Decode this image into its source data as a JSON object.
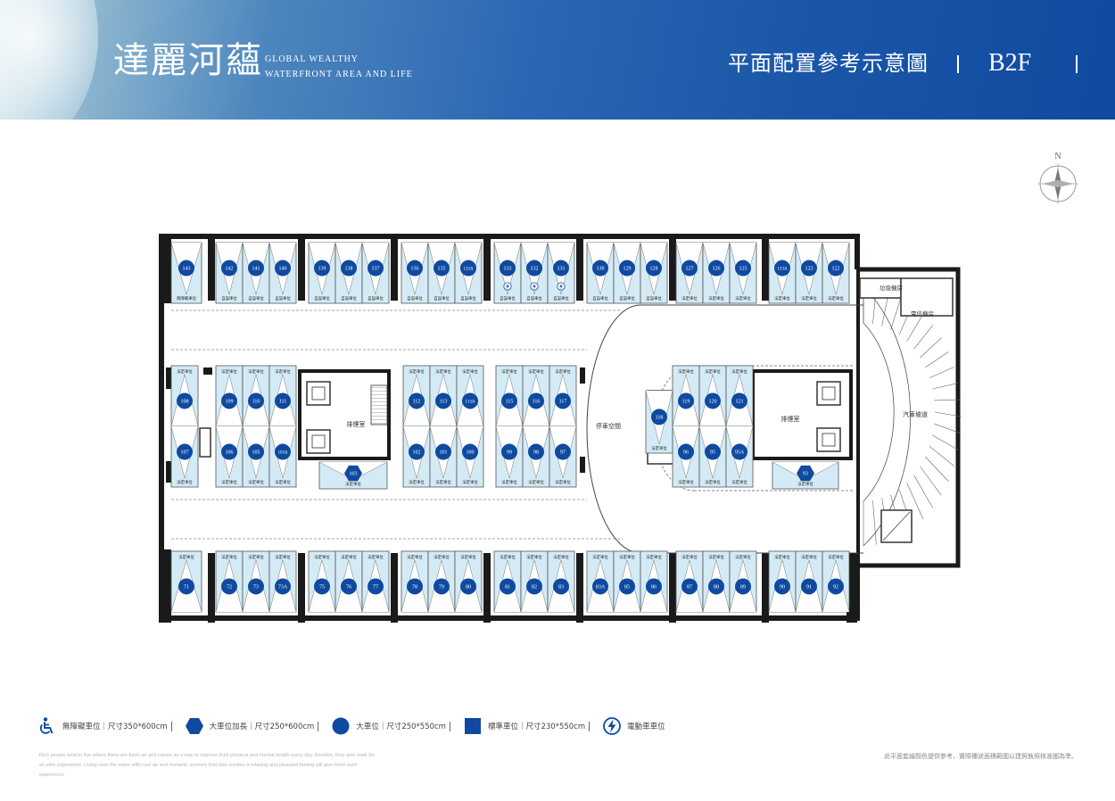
{
  "header": {
    "brand_cn": "達麗河蘊",
    "brand_en_line1": "GLOBAL WEALTHY",
    "brand_en_line2": "WATERFRONT AREA AND LIFE",
    "plan_title": "平面配置參考示意圖",
    "floor": "B2F"
  },
  "compass": {
    "north_label": "N"
  },
  "colors": {
    "brand_blue": "#1a56a8",
    "stall_fill": "#d4ebf6",
    "marker_blue": "#0f4aa0",
    "wall": "#1a1a1a"
  },
  "plan": {
    "rooms": {
      "trash_room": "垃圾機房",
      "telecom_room": "電信機房",
      "exhaust_room_left": "排煙室",
      "exhaust_room_right": "排煙室",
      "parking_space": "停車空間",
      "ramp": "汽車坡道"
    },
    "top_row": [
      {
        "no": "143",
        "label": "無障礙車位"
      },
      {
        "no": "142",
        "label": "自設車位"
      },
      {
        "no": "141",
        "label": "自設車位"
      },
      {
        "no": "140",
        "label": "自設車位"
      },
      {
        "no": "139",
        "label": "自設車位"
      },
      {
        "no": "138",
        "label": "自設車位"
      },
      {
        "no": "137",
        "label": "自設車位"
      },
      {
        "no": "136",
        "label": "自設車位"
      },
      {
        "no": "135",
        "label": "自設車位"
      },
      {
        "no": "133A",
        "label": "自設車位"
      },
      {
        "no": "133",
        "label": "自設車位",
        "ev": true
      },
      {
        "no": "132",
        "label": "自設車位",
        "ev": true
      },
      {
        "no": "131",
        "label": "自設車位",
        "ev": true
      },
      {
        "no": "130",
        "label": "自設車位"
      },
      {
        "no": "129",
        "label": "自設車位"
      },
      {
        "no": "128",
        "label": "自設車位"
      },
      {
        "no": "127",
        "label": "法定車位"
      },
      {
        "no": "126",
        "label": "法定車位"
      },
      {
        "no": "125",
        "label": "法定車位"
      },
      {
        "no": "123A",
        "label": "法定車位"
      },
      {
        "no": "123",
        "label": "法定車位"
      },
      {
        "no": "122",
        "label": "法定車位"
      }
    ],
    "mid_left_top": [
      {
        "no": "108",
        "label": "法定車位"
      },
      {
        "no": "109",
        "label": "法定車位"
      },
      {
        "no": "110",
        "label": "法定車位"
      },
      {
        "no": "111",
        "label": "法定車位"
      }
    ],
    "mid_left_bottom": [
      {
        "no": "107",
        "label": "法定車位"
      },
      {
        "no": "106",
        "label": "法定車位"
      },
      {
        "no": "105",
        "label": "法定車位"
      },
      {
        "no": "103A",
        "label": "法定車位"
      }
    ],
    "stall_103": {
      "no": "103",
      "label": "法定車位"
    },
    "mid_center_top": [
      {
        "no": "112",
        "label": "法定車位"
      },
      {
        "no": "113",
        "label": "法定車位"
      },
      {
        "no": "113A",
        "label": "法定車位"
      },
      {
        "no": "115",
        "label": "法定車位"
      },
      {
        "no": "116",
        "label": "法定車位"
      },
      {
        "no": "117",
        "label": "法定車位"
      }
    ],
    "mid_center_bottom": [
      {
        "no": "102",
        "label": "法定車位"
      },
      {
        "no": "101",
        "label": "法定車位"
      },
      {
        "no": "100",
        "label": "法定車位"
      },
      {
        "no": "99",
        "label": "法定車位"
      },
      {
        "no": "98",
        "label": "法定車位"
      },
      {
        "no": "97",
        "label": "法定車位"
      }
    ],
    "stall_118": {
      "no": "118",
      "label": "法定車位"
    },
    "mid_right_top": [
      {
        "no": "119",
        "label": "法定車位"
      },
      {
        "no": "120",
        "label": "法定車位"
      },
      {
        "no": "121",
        "label": "法定車位"
      }
    ],
    "mid_right_bottom": [
      {
        "no": "96",
        "label": "法定車位"
      },
      {
        "no": "95",
        "label": "法定車位"
      },
      {
        "no": "95A",
        "label": "法定車位"
      }
    ],
    "stall_93": {
      "no": "93",
      "label": "法定車位"
    },
    "bottom_row": [
      {
        "no": "71",
        "label": "法定車位"
      },
      {
        "no": "72",
        "label": "法定車位"
      },
      {
        "no": "73",
        "label": "法定車位"
      },
      {
        "no": "73A",
        "label": "法定車位"
      },
      {
        "no": "75",
        "label": "法定車位"
      },
      {
        "no": "76",
        "label": "法定車位"
      },
      {
        "no": "77",
        "label": "法定車位"
      },
      {
        "no": "78",
        "label": "法定車位"
      },
      {
        "no": "79",
        "label": "法定車位"
      },
      {
        "no": "80",
        "label": "法定車位"
      },
      {
        "no": "81",
        "label": "法定車位"
      },
      {
        "no": "82",
        "label": "法定車位"
      },
      {
        "no": "83",
        "label": "法定車位"
      },
      {
        "no": "83A",
        "label": "法定車位"
      },
      {
        "no": "85",
        "label": "法定車位"
      },
      {
        "no": "86",
        "label": "法定車位"
      },
      {
        "no": "87",
        "label": "法定車位"
      },
      {
        "no": "88",
        "label": "法定車位"
      },
      {
        "no": "89",
        "label": "法定車位"
      },
      {
        "no": "90",
        "label": "法定車位"
      },
      {
        "no": "91",
        "label": "法定車位"
      },
      {
        "no": "92",
        "label": "法定車位"
      }
    ]
  },
  "legend": {
    "accessible": "無障礙車位｜尺寸350*600cm",
    "large_extended": "大車位加長｜尺寸250*600cm",
    "large": "大車位｜尺寸250*550cm",
    "standard": "標準車位｜尺寸230*550cm",
    "ev": "電動車車位"
  },
  "fine_print": "Rich people tend to live where there are fresh air and nature as a way to improve their physical and mental health every day. Besides, they also seek for an elite experience. Living near the water with cool air and romantic scenery that also creates a relaxing and pleasant feeling will give them such experience.",
  "disclaimer": "此平面套繪顏色提供參考，實際樓狀面積範圍以建照執照核准圖為準。"
}
